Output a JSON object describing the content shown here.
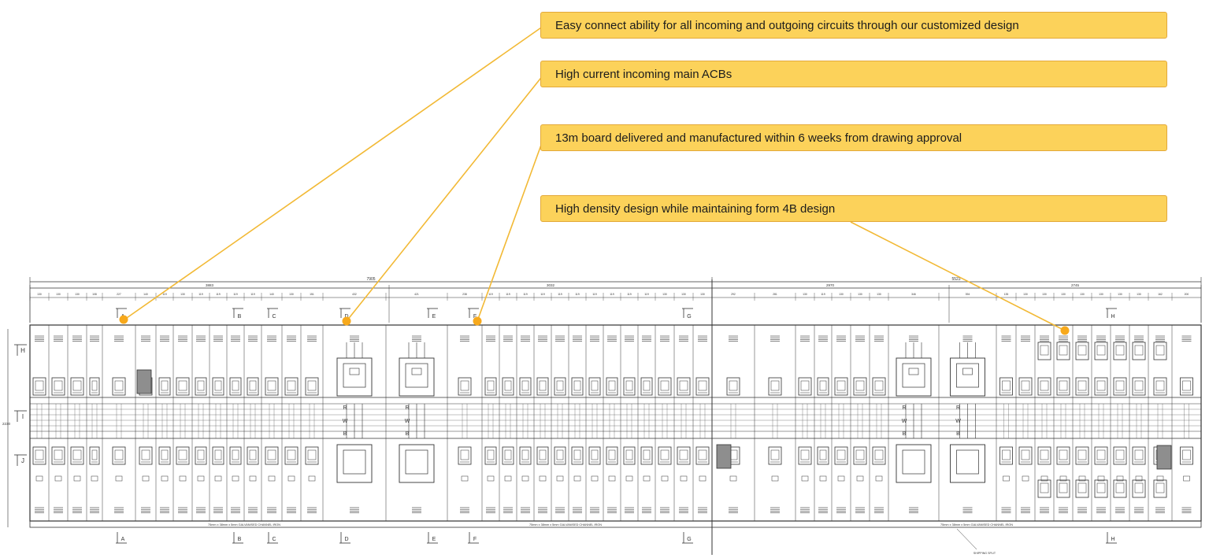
{
  "callouts": [
    {
      "id": "c1",
      "text": "Easy connect ability for all incoming and outgoing circuits through our customized design"
    },
    {
      "id": "c2",
      "text": "High current incoming main ACBs"
    },
    {
      "id": "c3",
      "text": "13m board delivered and manufactured within 6 weeks from drawing approval"
    },
    {
      "id": "c4",
      "text": "High density design while maintaining form 4B design"
    }
  ],
  "drawing": {
    "overall_dims": [
      "7905",
      "5523"
    ],
    "section_dims": [
      "3883",
      "3032",
      "2970",
      "2745"
    ],
    "section_markers_top": [
      "A",
      "B",
      "C",
      "D",
      "E",
      "F",
      "G",
      "H"
    ],
    "section_markers_bottom": [
      "A",
      "B",
      "C",
      "D",
      "E",
      "F",
      "G",
      "H"
    ],
    "level_markers": [
      "H",
      "I",
      "J"
    ],
    "phase_labels": [
      "R",
      "W",
      "B"
    ],
    "height_dim": "2230",
    "base_channel_label": "75mm x 38mm x 5mm GALVANISED CHANNEL IRON",
    "shipping_split_label": "SHIPPING SPLIT"
  },
  "colors": {
    "accent": "#fcd25a",
    "accent_border": "#e3a93a",
    "leader": "#f2b935",
    "line": "#333333"
  }
}
